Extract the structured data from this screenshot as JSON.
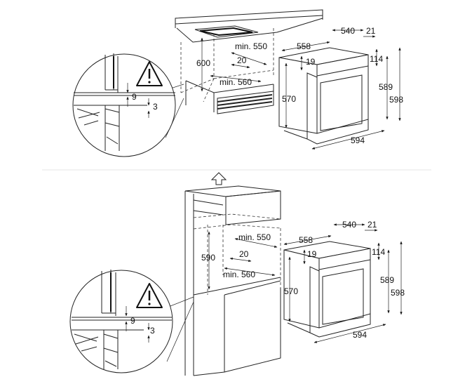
{
  "installation_top": {
    "cabinet": {
      "height": "600",
      "min_depth": "min. 550",
      "gap": "20",
      "min_width": "min. 560"
    },
    "oven": {
      "d540": "540",
      "d21": "21",
      "d558": "558",
      "d19": "19",
      "d114": "114",
      "d570": "570",
      "d589": "589",
      "d598": "598",
      "d594": "594"
    },
    "detail": {
      "d9": "9",
      "d3": "3"
    }
  },
  "installation_bottom": {
    "cabinet": {
      "height": "590",
      "min_depth": "min. 550",
      "gap": "20",
      "min_width": "min. 560"
    },
    "oven": {
      "d540": "540",
      "d21": "21",
      "d558": "558",
      "d19": "19",
      "d114": "114",
      "d570": "570",
      "d589": "589",
      "d598": "598",
      "d594": "594"
    },
    "detail": {
      "d9": "9",
      "d3": "3"
    }
  },
  "icons": [
    "warning-triangle-icon",
    "arrow-up-icon"
  ]
}
